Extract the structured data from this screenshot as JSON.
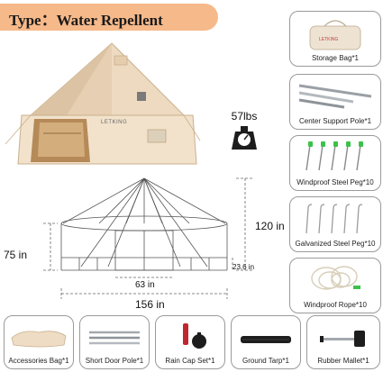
{
  "header": {
    "title": "Type：Water Repellent"
  },
  "hero": {
    "brand": "LETKING"
  },
  "weight": {
    "value": "57lbs",
    "icon": "scale-icon"
  },
  "dimensions": {
    "height": "120 in",
    "wall_height": "75 in",
    "door_height": "23.6 in",
    "door_width": "63 in",
    "diameter": "156 in"
  },
  "accessories": {
    "right": [
      {
        "label": "Storage Bag*1",
        "icon": "storage-bag-icon"
      },
      {
        "label": "Center Support Pole*1",
        "icon": "pole-icon"
      },
      {
        "label": "Windproof Steel Peg*10",
        "icon": "steel-peg-icon"
      },
      {
        "label": "Galvanized Steel Peg*10",
        "icon": "galvanized-peg-icon"
      },
      {
        "label": "Windproof Rope*10",
        "icon": "rope-icon"
      }
    ],
    "bottom": [
      {
        "label": "Accessories Bag*1",
        "icon": "accessories-bag-icon"
      },
      {
        "label": "Short Door Pole*1",
        "icon": "door-pole-icon"
      },
      {
        "label": "Rain Cap Set*1",
        "icon": "rain-cap-icon"
      },
      {
        "label": "Ground Tarp*1",
        "icon": "ground-tarp-icon"
      },
      {
        "label": "Rubber Mallet*1",
        "icon": "rubber-mallet-icon"
      }
    ]
  },
  "colors": {
    "banner": "#f6b98a",
    "canvas": "#efdcc4",
    "stake": "#3cc24a"
  }
}
